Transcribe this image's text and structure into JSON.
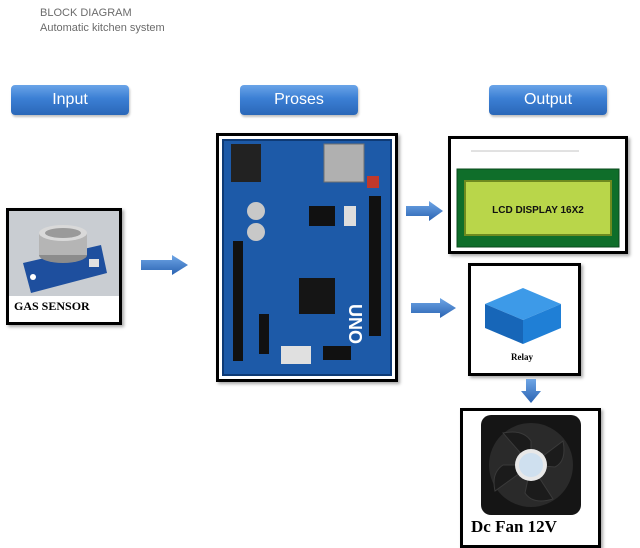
{
  "header": {
    "title": "BLOCK DIAGRAM",
    "subtitle": "Automatic kitchen system"
  },
  "stages": {
    "input": "Input",
    "process": "Proses",
    "output": "Output"
  },
  "blocks": {
    "gas_sensor": "GAS SENSOR",
    "arduino_label": "UNO",
    "lcd_text": "LCD DISPLAY 16X2",
    "relay": "Relay",
    "fan": "Dc Fan 12V"
  },
  "colors": {
    "pill": "#3b7fd4",
    "arrow": "#3f7fd0",
    "arduino": "#1d5aa8",
    "lcd": "#b9d64a",
    "relay": "#1f7fd6"
  }
}
